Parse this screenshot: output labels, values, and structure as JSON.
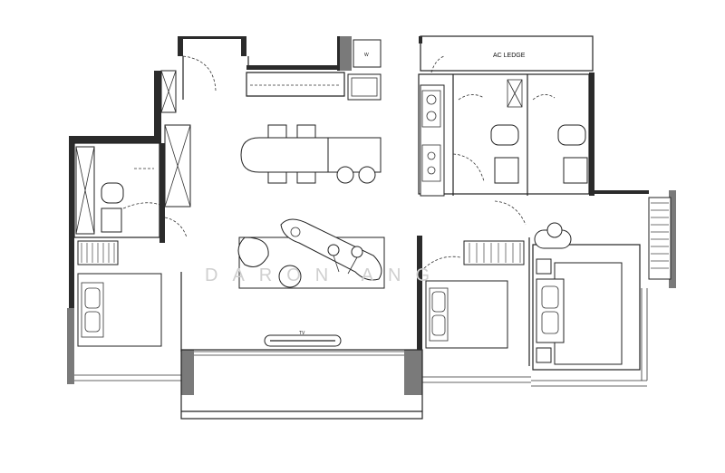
{
  "floor_plan": {
    "room_labels": {
      "ac_ledge": "AC LEDGE",
      "tv": "TV",
      "washer": "W"
    },
    "watermark": "DARON ANG",
    "colors": {
      "wall": "#2b2b2b",
      "wall_grey": "#7a7a7a",
      "line": "#222222",
      "background": "#ffffff"
    }
  }
}
